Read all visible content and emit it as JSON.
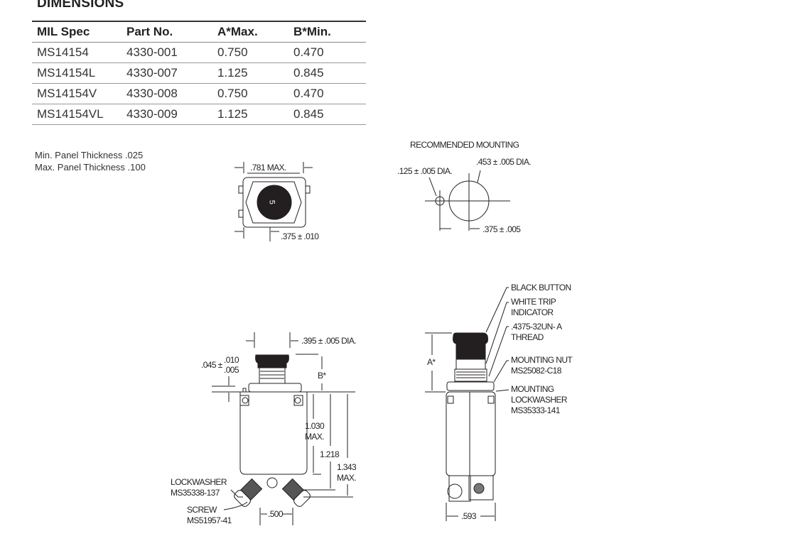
{
  "title": "DIMENSIONS",
  "table": {
    "headers": [
      "MIL Spec",
      "Part No.",
      "A*Max.",
      "B*Min."
    ],
    "rows": [
      [
        "MS14154",
        "4330-001",
        "0.750",
        "0.470"
      ],
      [
        "MS14154L",
        "4330-007",
        "1.125",
        "0.845"
      ],
      [
        "MS14154V",
        "4330-008",
        "0.750",
        "0.470"
      ],
      [
        "MS14154VL",
        "4330-009",
        "1.125",
        "0.845"
      ]
    ]
  },
  "notes": [
    "Min. Panel Thickness .025",
    "Max. Panel Thickness .100"
  ],
  "top_view": {
    "width_label": ".781 MAX.",
    "offset_label": ".375 ± .010",
    "button_number": "5"
  },
  "mounting": {
    "title": "RECOMMENDED MOUNTING",
    "small_hole": ".125 ± .005 DIA.",
    "large_hole": ".453 ± .005 DIA.",
    "spacing": ".375 ± .005"
  },
  "front_view": {
    "button_dia": ".395 ± .005 DIA.",
    "tol_base": ".045 ±",
    "tol_plus": ".010",
    "tol_minus": ".005",
    "b_label": "B*",
    "h1": "1.030",
    "h1_max": "MAX.",
    "h2": "1.218",
    "h3": "1.343",
    "h3_max": "MAX.",
    "lockwasher": [
      "LOCKWASHER",
      "MS35338-137"
    ],
    "screw": [
      "SCREW",
      "MS51957-41"
    ],
    "spacing": ".500"
  },
  "side_view": {
    "a_label": "A*",
    "callouts": [
      [
        "BLACK BUTTON"
      ],
      [
        "WHITE TRIP",
        "INDICATOR"
      ],
      [
        ".4375-32UN- A",
        "THREAD"
      ],
      [
        "MOUNTING NUT",
        "MS25082-C18"
      ],
      [
        "MOUNTING",
        "LOCKWASHER",
        "MS35333-141"
      ]
    ],
    "width": ".593"
  }
}
